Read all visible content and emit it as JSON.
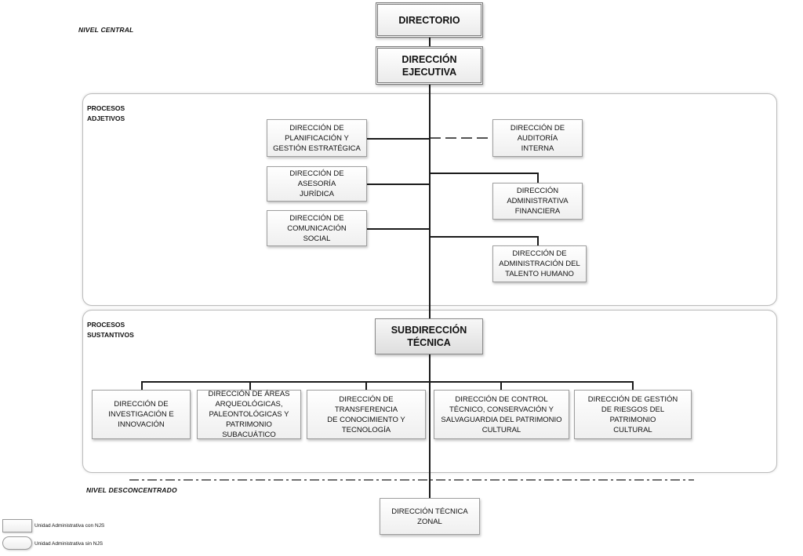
{
  "levels": {
    "central": "NIVEL CENTRAL",
    "desconcentrado": "NIVEL DESCONCENTRADO"
  },
  "regions": {
    "adjetivos": "PROCESOS\nADJETIVOS",
    "sustantivos": "PROCESOS\nSUSTANTIVOS"
  },
  "units": {
    "directorio": "DIRECTORIO",
    "direccion_ejecutiva": "DIRECCIÓN\nEJECUTIVA",
    "planificacion": "DIRECCIÓN DE\nPLANIFICACIÓN Y\nGESTIÓN ESTRATÉGICA",
    "asesoria": "DIRECCIÓN DE ASESORÍA\nJURÍDICA",
    "comunicacion": "DIRECCIÓN DE\nCOMUNICACIÓN\nSOCIAL",
    "auditoria": "DIRECCIÓN DE\nAUDITORÍA\nINTERNA",
    "administrativa": "DIRECCIÓN\nADMINISTRATIVA\nFINANCIERA",
    "talento": "DIRECCIÓN DE\nADMINISTRACIÓN DEL\nTALENTO HUMANO",
    "subdireccion": "SUBDIRECCIÓN\nTÉCNICA",
    "investigacion": "DIRECCIÓN DE\nINVESTIGACIÓN E\nINNOVACIÓN",
    "areas": "DIRECCIÓN DE ÁREAS\nARQUEOLÓGICAS,\nPALEONTOLÓGICAS Y\nPATRIMONIO SUBACUÁTICO",
    "transferencia": "DIRECCIÓN DE  TRANSFERENCIA\nDE CONOCIMIENTO Y\nTECNOLOGÍA",
    "control": "DIRECCIÓN DE CONTROL\nTÉCNICO, CONSERVACIÓN Y\nSALVAGUARDIA DEL PATRIMONIO\nCULTURAL",
    "riesgos": "DIRECCIÓN DE GESTIÓN\nDE RIESGOS DEL PATRIMONIO\nCULTURAL",
    "tecnica_zonal": "DIRECCIÓN TÉCNICA\nZONAL"
  },
  "legend": {
    "con_njs": "Unidad Administrativa con NJS",
    "sin_njs": "Unidad Administrativa sin NJS"
  }
}
